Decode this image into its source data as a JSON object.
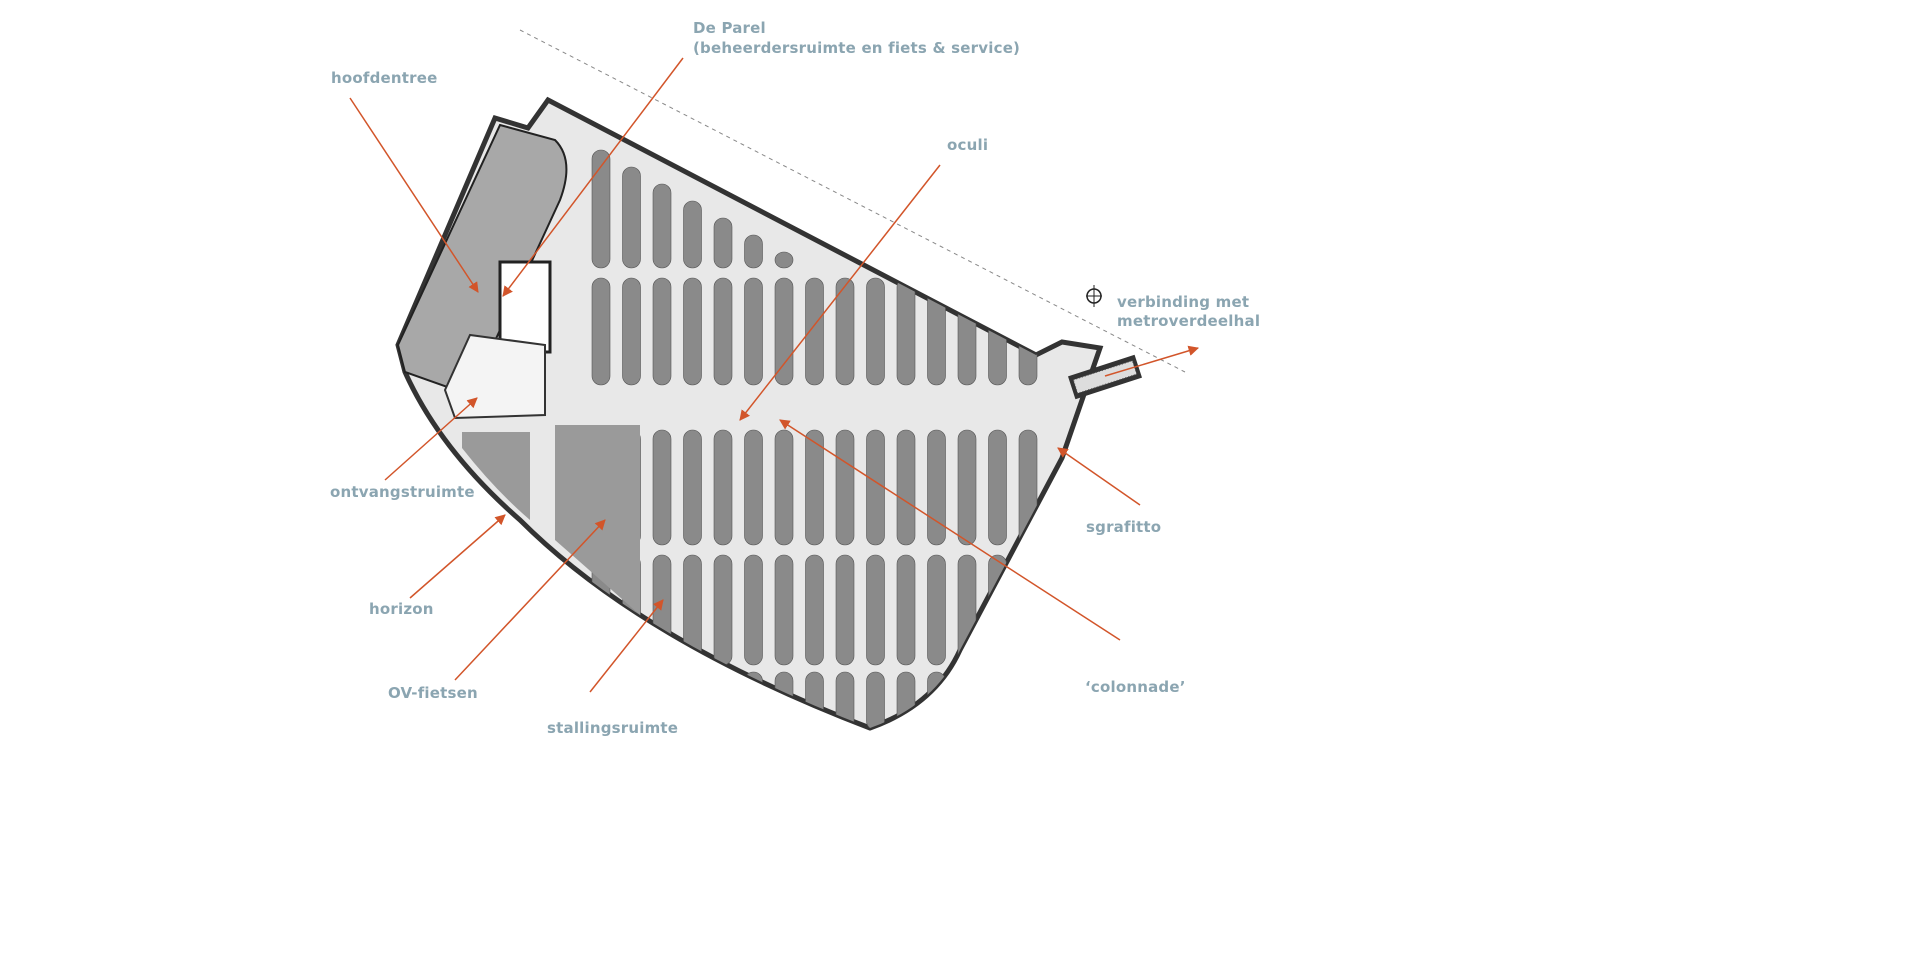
{
  "title": "Floor plan bicycle parking",
  "colors": {
    "label": "#8ba5b1",
    "arrow": "#d2552a",
    "floor": "#e6e6e6",
    "wall": "#333333",
    "rack": "#8a8a8a"
  },
  "labels": {
    "hoofdentree": "hoofdentree",
    "de_parel_1": "De Parel",
    "de_parel_2": "(beheerdersruimte en fiets & service)",
    "oculi": "oculi",
    "verbinding_1": "verbinding met",
    "verbinding_2": "metroverdeelhal",
    "ontvangstruimte": "ontvangstruimte",
    "horizon": "horizon",
    "ov_fietsen": "OV-fietsen",
    "stallingsruimte": "stallingsruimte",
    "colonnade": "‘colonnade’",
    "sgrafitto": "sgrafitto"
  },
  "icons": {
    "compass": "north-arrow-icon"
  }
}
